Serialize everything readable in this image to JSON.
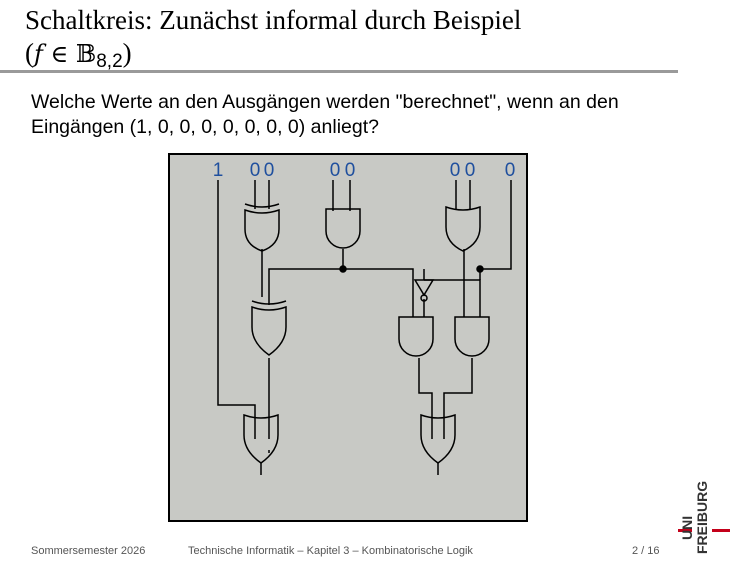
{
  "slide": {
    "title_line1": "Schaltkreis: Zunächst informal durch Beispiel",
    "title_paren_open": "(",
    "title_var": "f",
    "title_elem": " ∈ ",
    "title_set": "𝔹",
    "title_sub": "8,2",
    "title_paren_close": ")",
    "question": "Welche Werte an den Ausgängen werden \"berechnet\", wenn an den Eingängen (1, 0, 0, 0, 0, 0, 0, 0) anliegt?"
  },
  "circuit": {
    "input_values": [
      "1",
      "0",
      "0",
      "0",
      "0",
      "0",
      "0",
      "0"
    ],
    "input_color": "#1f4f9e",
    "background_color": "#c8c9c5",
    "gates": [
      "xor",
      "and",
      "or",
      "xor",
      "not",
      "and",
      "and",
      "or",
      "or"
    ]
  },
  "footer": {
    "semester": "Sommersemester 2026",
    "course": "Technische Informatik – Kapitel 3 – Kombinatorische Logik",
    "page": "2 / 16"
  },
  "logo": {
    "line1": "UNI",
    "line2": "FREIBURG",
    "accent_color": "#c4001a"
  }
}
